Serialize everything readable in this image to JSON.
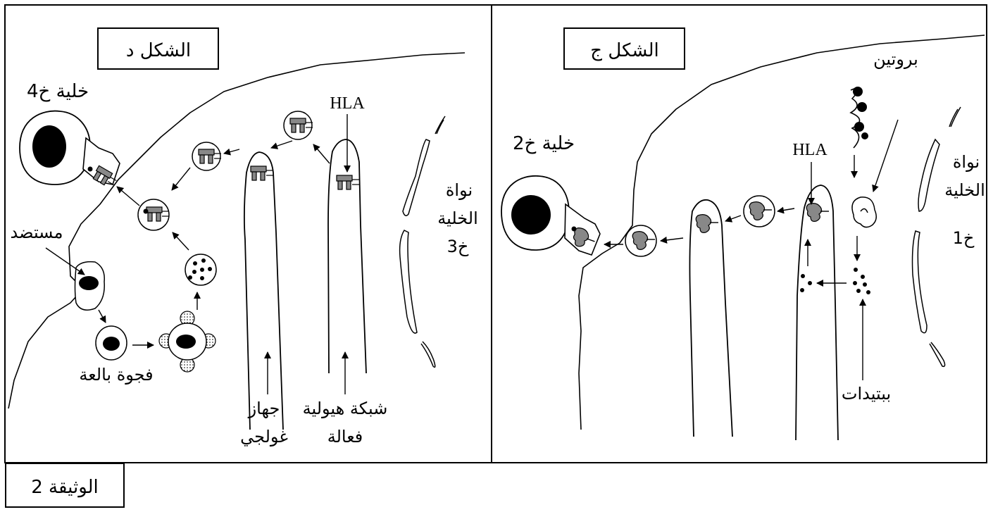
{
  "document_label": "الوثيقة 2",
  "figure_d": {
    "title": "الشكل د",
    "cell_kh4": "خلية خ4",
    "antigen": "مستضد",
    "phagocytic_vacuole": "فجوة بالعة",
    "golgi_line1": "جهاز",
    "golgi_line2": "غولجي",
    "rer_line1": "شبكة هيولية",
    "rer_line2": "فعالة",
    "hla": "HLA",
    "nucleus_line1": "نواة",
    "nucleus_line2": "الخلية",
    "nucleus_line3": "خ3"
  },
  "figure_c": {
    "title": "الشكل ج",
    "protein": "بروتين",
    "cell_kh2": "خلية خ2",
    "hla": "HLA",
    "nucleus_line1": "نواة",
    "nucleus_line2": "الخلية",
    "nucleus_line3": "خ1",
    "peptides": "ببتيدات"
  }
}
